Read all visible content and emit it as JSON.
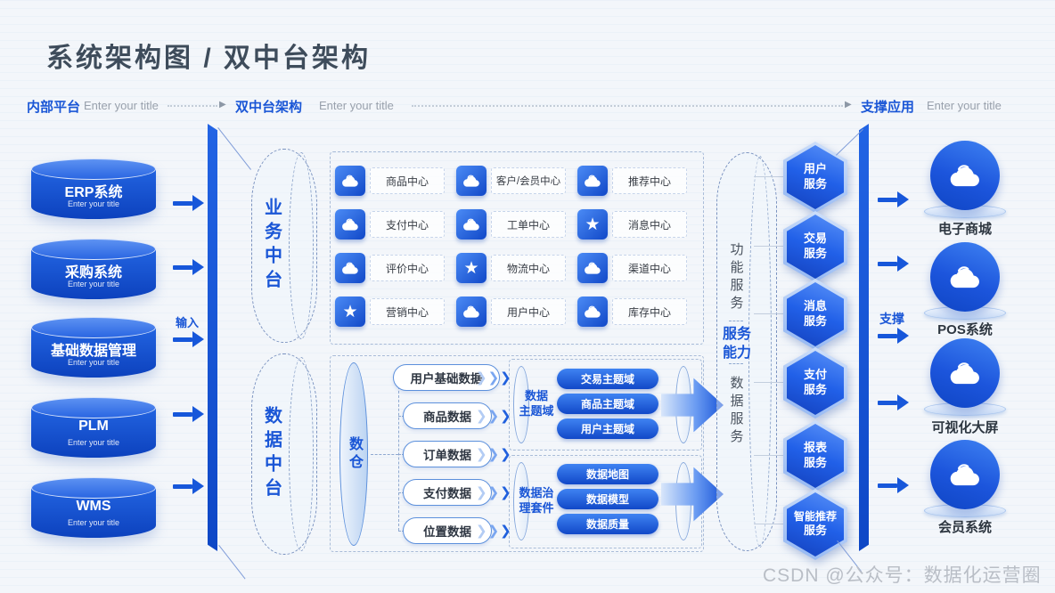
{
  "title": "系统架构图 / 双中台架构",
  "watermark": "CSDN @公众号：数据化运营圈",
  "icons": {
    "arrow_head": "▶",
    "chevron": "❯",
    "star": "★"
  },
  "colors": {
    "accent": "#1a56d6",
    "bar": "#1254d4",
    "deep": "#0e45c2",
    "title_text": "#3e4c5b"
  },
  "lanes": [
    {
      "label": "内部平台",
      "subtitle": "Enter your title"
    },
    {
      "label": "双中台架构",
      "subtitle": "Enter your title"
    },
    {
      "label": "支撑应用",
      "subtitle": "Enter your title"
    }
  ],
  "input_label": "输入",
  "support_label": "支撑",
  "sources": [
    {
      "name": "ERP系统",
      "subtitle": "Enter your title"
    },
    {
      "name": "采购系统",
      "subtitle": "Enter your title"
    },
    {
      "name": "基础数据管理",
      "subtitle": "Enter your title"
    },
    {
      "name": "PLM",
      "subtitle": "Enter your title"
    },
    {
      "name": "WMS",
      "subtitle": "Enter your title"
    }
  ],
  "business": {
    "title": "业务中台",
    "centers": [
      {
        "label": "商品中心",
        "icon": "cloud"
      },
      {
        "label": "客户/会员中心",
        "icon": "cloud"
      },
      {
        "label": "推荐中心",
        "icon": "cloud"
      },
      {
        "label": "支付中心",
        "icon": "cloud"
      },
      {
        "label": "工单中心",
        "icon": "cloud"
      },
      {
        "label": "消息中心",
        "icon": "star"
      },
      {
        "label": "评价中心",
        "icon": "cloud"
      },
      {
        "label": "物流中心",
        "icon": "star"
      },
      {
        "label": "渠道中心",
        "icon": "cloud"
      },
      {
        "label": "营销中心",
        "icon": "star"
      },
      {
        "label": "用户中心",
        "icon": "cloud"
      },
      {
        "label": "库存中心",
        "icon": "cloud"
      }
    ]
  },
  "data_platform": {
    "title": "数据中台",
    "warehouse": "数仓",
    "sources": [
      "用户基础数据",
      "商品数据",
      "订单数据",
      "支付数据",
      "位置数据"
    ],
    "groups": [
      {
        "label_lines": [
          "数据",
          "主题域"
        ],
        "items": [
          "交易主题域",
          "商品主题域",
          "用户主题域"
        ]
      },
      {
        "label_lines": [
          "数据治",
          "理套件"
        ],
        "items": [
          "数据地图",
          "数据模型",
          "数据质量"
        ]
      }
    ]
  },
  "capability": {
    "top": "功能服务",
    "mid": "服务能力",
    "bottom": "数据服务"
  },
  "services": [
    {
      "lines": [
        "用户",
        "服务"
      ]
    },
    {
      "lines": [
        "交易",
        "服务"
      ]
    },
    {
      "lines": [
        "消息",
        "服务"
      ]
    },
    {
      "lines": [
        "支付",
        "服务"
      ]
    },
    {
      "lines": [
        "报表",
        "服务"
      ]
    },
    {
      "lines": [
        "智能推荐",
        "服务"
      ]
    }
  ],
  "applications": [
    "电子商城",
    "POS系统",
    "可视化大屏",
    "会员系统"
  ]
}
